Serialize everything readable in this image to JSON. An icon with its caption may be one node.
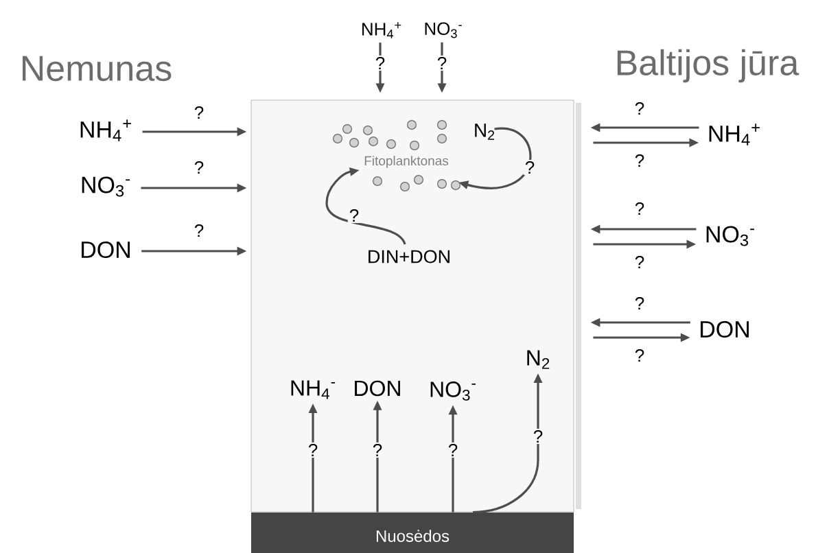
{
  "diagram": {
    "nodes": [
      {
        "text": [],
        "shape": "box"
      },
      {
        "text": [
          "NH$_{4}$$^{+}$"
        ]
      },
      {
        "text": [
          "NO$_{3}$$^{-}$"
        ]
      },
      {
        "text": [
          "DON"
        ]
      },
      {
        "text": [
          "NH$_{4}$$^{+}$"
        ]
      },
      {
        "text": [
          "NO$_{3}$$^{-}$"
        ]
      },
      {
        "text": [
          "NH$_{4}$$^{+}$"
        ]
      },
      {
        "text": [
          "NO$_{3}$$^{-}$"
        ]
      },
      {
        "text": [
          "DON"
        ]
      },
      {
        "text": [
          "Fitoplanktonas"
        ],
        "in": 0
      },
      {
        "text": [
          "N$_{2}$"
        ],
        "in": 0
      },
      {
        "text": [
          "DIN+DON"
        ],
        "in": 0
      },
      {
        "text": [
          "NH$_{4}$$^{-}$"
        ],
        "in": 0
      },
      {
        "text": [
          "DON"
        ],
        "in": 0
      },
      {
        "text": [
          "NO$_{3}$$^{-}$"
        ],
        "in": 0
      },
      {
        "text": [
          "N$_{2}$"
        ],
        "in": 0
      },
      {
        "text": [
          "Nuosėdos"
        ]
      }
    ],
    "edges": [
      {
        "from": 1,
        "to": 0,
        "arrow": "to",
        "label": "?"
      },
      {
        "from": 2,
        "to": 0,
        "arrow": "to",
        "label": "?"
      },
      {
        "from": 3,
        "to": 0,
        "arrow": "to",
        "label": "?"
      },
      {
        "from": 4,
        "to": 0,
        "arrow": "to",
        "label": "?"
      },
      {
        "from": 5,
        "to": 0,
        "arrow": "to",
        "label": "?"
      },
      {
        "from": 6,
        "to": 0,
        "arrow": "to",
        "label": "?"
      },
      {
        "from": 0,
        "to": 6,
        "arrow": "to",
        "label": "?"
      },
      {
        "from": 7,
        "to": 0,
        "arrow": "to",
        "label": "?"
      },
      {
        "from": 0,
        "to": 7,
        "arrow": "to",
        "label": "?"
      },
      {
        "from": 8,
        "to": 0,
        "arrow": "to",
        "label": "?"
      },
      {
        "from": 0,
        "to": 8,
        "arrow": "to",
        "label": "?"
      },
      {
        "from": 10,
        "to": 9,
        "arrow": "to",
        "label": "?"
      },
      {
        "from": 11,
        "to": 9,
        "arrow": "to",
        "label": "?"
      },
      {
        "from": 16,
        "to": 12,
        "arrow": "to",
        "label": "?"
      },
      {
        "from": 16,
        "to": 13,
        "arrow": "to",
        "label": "?"
      },
      {
        "from": 16,
        "to": 14,
        "arrow": "to",
        "label": "?"
      },
      {
        "from": 16,
        "to": 15,
        "arrow": "to",
        "label": "?"
      }
    ],
    "labels": [
      "Nemunas",
      "Baltijos jūra"
    ]
  }
}
